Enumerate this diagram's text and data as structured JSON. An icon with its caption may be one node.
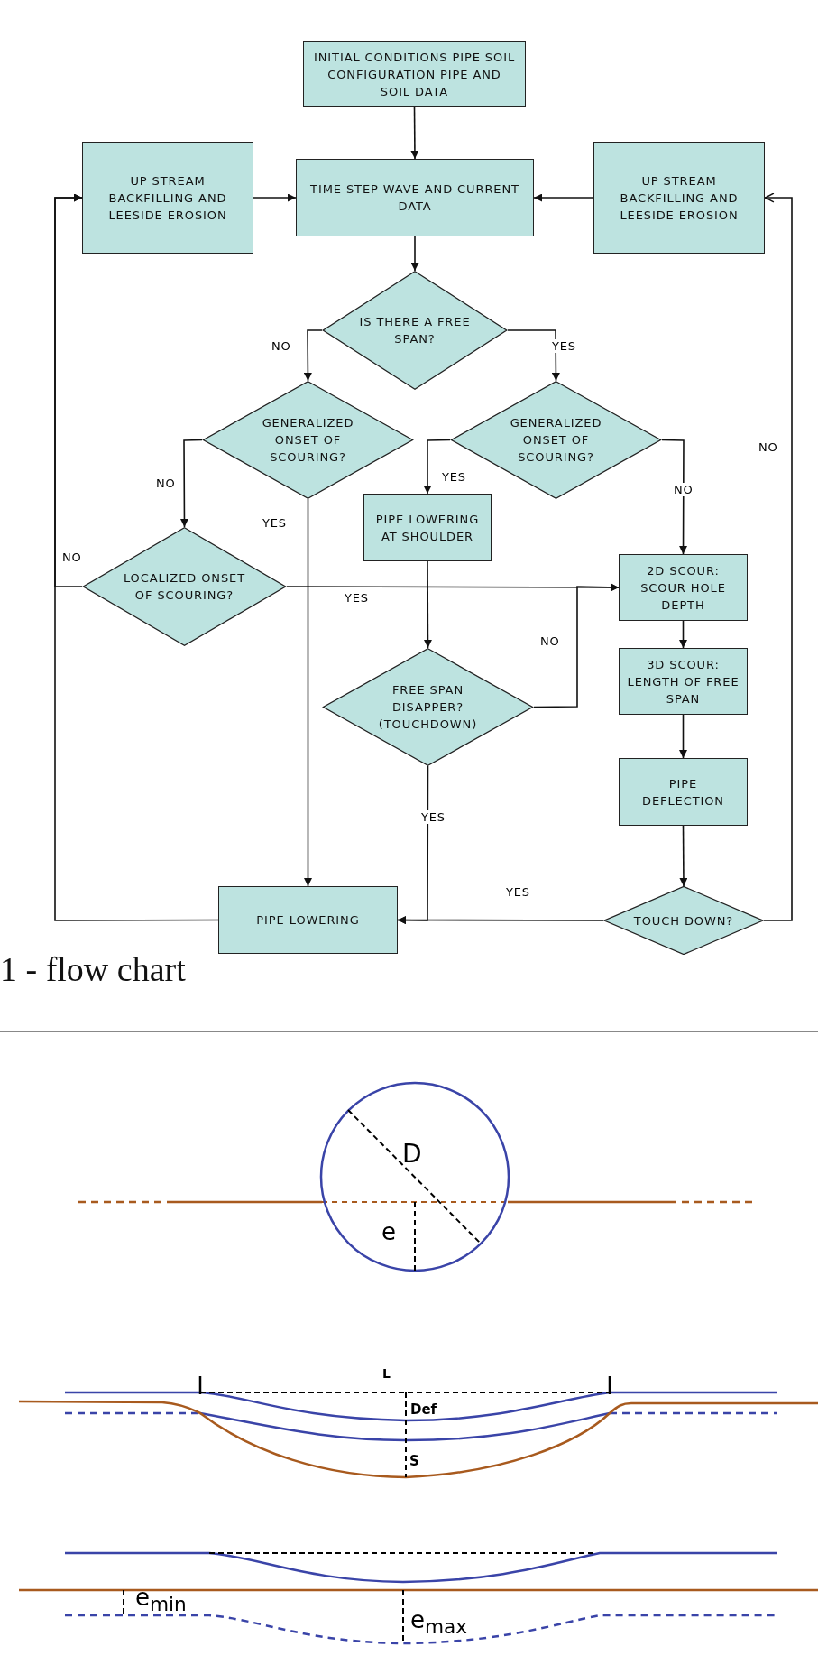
{
  "diagram": {
    "caption": "1 - flow chart",
    "nodes": [
      {
        "text": [
          "INITIAL CONDITIONS PIPE SOIL CONFIGURATION PIPE AND SOIL DATA"
        ]
      },
      {
        "text": [
          "UP STREAM BACKFILLING AND LEESIDE EROSION"
        ]
      },
      {
        "text": [
          "TIME STEP WAVE AND CURRENT DATA"
        ]
      },
      {
        "text": [
          "UP STREAM BACKFILLING AND LEESIDE EROSION"
        ]
      },
      {
        "text": [
          "IS THERE A FREE SPAN?"
        ]
      },
      {
        "text": [
          "GENERALIZED ONSET OF SCOURING?"
        ]
      },
      {
        "text": [
          "GENERALIZED ONSET OF SCOURING?"
        ]
      },
      {
        "text": [
          "PIPE LOWERING AT SHOULDER"
        ]
      },
      {
        "text": [
          "LOCALIZED ONSET OF SCOURING?"
        ]
      },
      {
        "text": [
          "2D SCOUR: SCOUR HOLE DEPTH"
        ]
      },
      {
        "text": [
          "FREE SPAN DISAPPER? (TOUCHDOWN)"
        ]
      },
      {
        "text": [
          "3D SCOUR: LENGTH OF FREE SPAN"
        ]
      },
      {
        "text": [
          "PIPE DEFLECTION"
        ]
      },
      {
        "text": [
          "PIPE LOWERING"
        ]
      },
      {
        "text": [
          "TOUCH DOWN?"
        ]
      }
    ],
    "edges": [
      {
        "from": 0,
        "to": 2,
        "arrow": "to"
      },
      {
        "from": 1,
        "to": 2,
        "arrow": "to"
      },
      {
        "from": 3,
        "to": 2,
        "arrow": "to"
      },
      {
        "from": 2,
        "to": 4,
        "arrow": "to"
      },
      {
        "from": 4,
        "to": 5,
        "arrow": "to",
        "label": "NO"
      },
      {
        "from": 4,
        "to": 6,
        "arrow": "to",
        "label": "YES"
      },
      {
        "from": 5,
        "to": 8,
        "arrow": "to",
        "label": "NO"
      },
      {
        "from": 5,
        "to": 13,
        "arrow": "to",
        "label": "YES"
      },
      {
        "from": 6,
        "to": 7,
        "arrow": "to",
        "label": "YES"
      },
      {
        "from": 6,
        "to": 9,
        "arrow": "to",
        "label": "NO"
      },
      {
        "from": 8,
        "to": 1,
        "arrow": "to",
        "label": "NO"
      },
      {
        "from": 8,
        "to": 9,
        "arrow": "to",
        "label": "YES"
      },
      {
        "from": 7,
        "to": 10,
        "arrow": "to"
      },
      {
        "from": 10,
        "to": 9,
        "arrow": "to",
        "label": "NO"
      },
      {
        "from": 10,
        "to": 13,
        "arrow": "to",
        "label": "YES"
      },
      {
        "from": 9,
        "to": 11,
        "arrow": "to"
      },
      {
        "from": 11,
        "to": 12,
        "arrow": "to"
      },
      {
        "from": 12,
        "to": 14,
        "arrow": "to"
      },
      {
        "from": 14,
        "to": 13,
        "arrow": "to",
        "label": "YES"
      },
      {
        "from": 14,
        "to": 3,
        "arrow": "to",
        "label": "NO"
      },
      {
        "from": 13,
        "to": 1,
        "arrow": "to"
      }
    ],
    "labels": [
      "D",
      "e",
      "L",
      "Def",
      "S",
      "e$_{min}$",
      "e$_{max}$"
    ]
  }
}
